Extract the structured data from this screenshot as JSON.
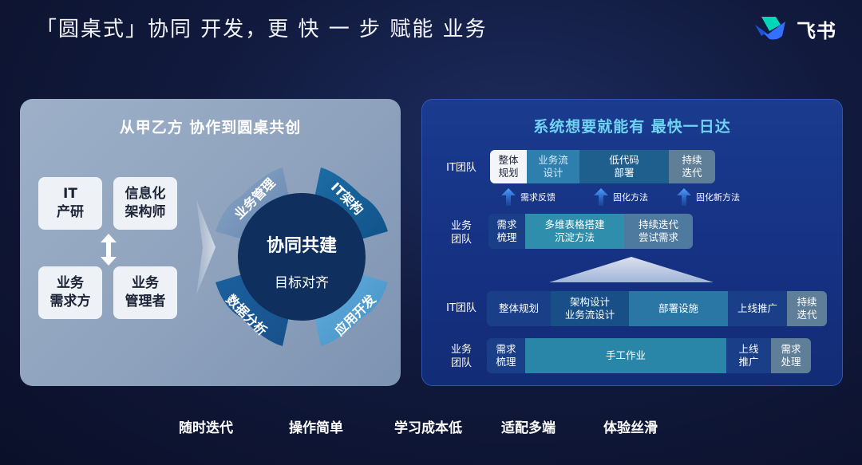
{
  "header": {
    "title": "「圆桌式」协同 开发，更 快 一 步 赋能 业务",
    "brand_name": "飞书"
  },
  "left": {
    "title": "从甲乙方 协作到圆桌共创",
    "roles": [
      {
        "line1": "IT",
        "line2": "产研"
      },
      {
        "line1": "信息化",
        "line2": "架构师"
      },
      {
        "line1": "业务",
        "line2": "需求方"
      },
      {
        "line1": "业务",
        "line2": "管理者"
      }
    ],
    "center": {
      "main": "协同共建",
      "sub": "目标对齐"
    },
    "petals": {
      "top_left": "业务管理",
      "top_right": "IT架构",
      "bottom_left": "数据分析",
      "bottom_right": "应用开发"
    }
  },
  "right": {
    "title": "系统想要就能有 最快一日达",
    "top_section": {
      "it_label": "IT团队",
      "it_cells": [
        "整体\n规划",
        "业务流\n设计",
        "低代码\n部署",
        "持续\n迭代"
      ],
      "arrows": [
        "需求反馈",
        "固化方法",
        "固化新方法"
      ],
      "biz_label": "业务\n团队",
      "biz_cells": [
        "需求\n梳理",
        "多维表格搭建\n沉淀方法",
        "持续迭代\n尝试需求"
      ]
    },
    "bottom_section": {
      "it_label": "IT团队",
      "it_cells": [
        "整体规划",
        "架构设计\n业务流设计",
        "部署设施",
        "上线推广",
        "持续\n迭代"
      ],
      "biz_label": "业务\n团队",
      "biz_cells": [
        "需求\n梳理",
        "手工作业",
        "上线\n推广",
        "需求\n处理"
      ]
    }
  },
  "features": [
    "随时迭代",
    "操作简单",
    "学习成本低",
    "适配多端",
    "体验丝滑"
  ],
  "colors": {
    "accent_title": "#6fd3f2",
    "brand_blue": "#3370ff",
    "brand_teal": "#00d6b9"
  }
}
